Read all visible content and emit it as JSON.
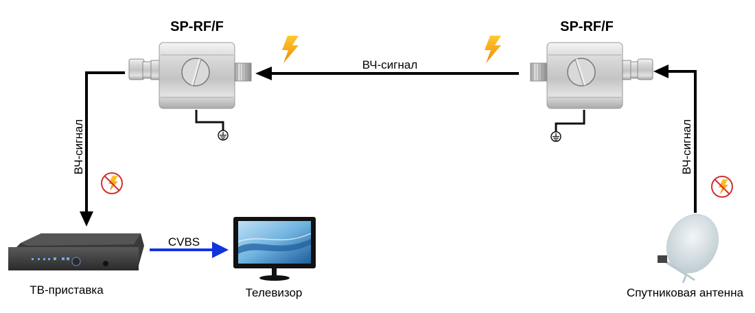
{
  "diagram": {
    "protectors": [
      {
        "id": "left",
        "label": "SP-RF/F"
      },
      {
        "id": "right",
        "label": "SP-RF/F"
      }
    ],
    "signals": {
      "top": "ВЧ-сигнал",
      "left_vertical": "ВЧ-сигнал",
      "right_vertical": "ВЧ-сигнал",
      "cvbs": "CVBS"
    },
    "devices": {
      "settop_box": "ТВ-приставка",
      "tv": "Телевизор",
      "antenna": "Спутниковая антенна"
    },
    "colors": {
      "signal_line": "#000000",
      "cvbs_line": "#1133dd",
      "lightning": "#f5a623",
      "no_lightning_ring": "#d03030"
    }
  }
}
